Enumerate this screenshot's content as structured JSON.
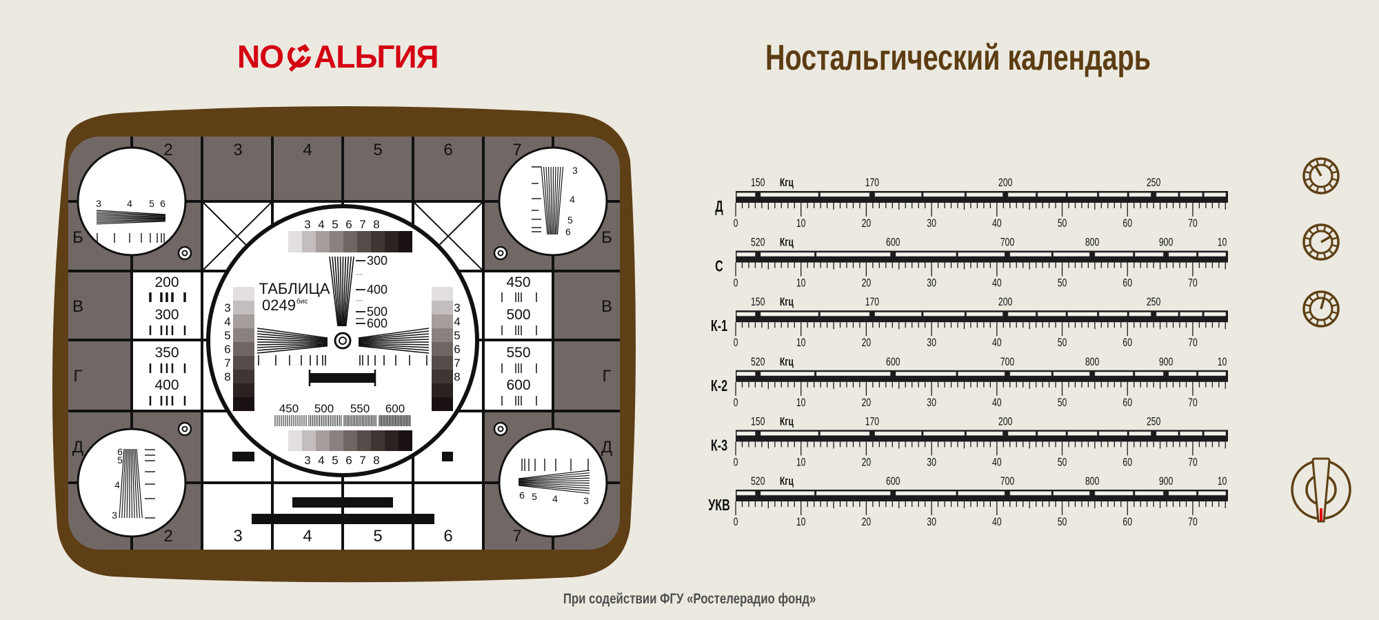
{
  "logo": {
    "full_text": "NOСТАЛЬГИЯ",
    "part1": "NO",
    "part2": "ALЬГИЯ",
    "color": "#d40012"
  },
  "title": "Ностальгический календарь",
  "footer": "При содействии ФГУ «Ростелерадио фонд»",
  "colors": {
    "background": "#ece9e0",
    "frame": "#5e3f16",
    "screen_gray": "#716866",
    "ink": "#111111",
    "knob": "#5e4016",
    "knob_indicator": "#e00000"
  },
  "test_card": {
    "top_numbers": [
      "2",
      "3",
      "4",
      "5",
      "6",
      "7"
    ],
    "bottom_numbers": [
      "2",
      "3",
      "4",
      "5",
      "6",
      "7"
    ],
    "side_letters": [
      "Б",
      "В",
      "Г",
      "Д"
    ],
    "left_cells": [
      "200",
      "300",
      "350",
      "400"
    ],
    "right_cells": [
      "450",
      "500",
      "550",
      "600"
    ],
    "table_title": "ТАБЛИЦА",
    "table_number": "0249",
    "table_suffix": "бис",
    "grayscale_labels": [
      "3",
      "4",
      "5",
      "6",
      "7",
      "8"
    ],
    "wedge_labels": [
      "300",
      "400",
      "500",
      "600"
    ],
    "bottom_labels": [
      "450",
      "500",
      "550",
      "600"
    ],
    "corner_tl_labels": [
      "3",
      "4",
      "5",
      "6"
    ],
    "corner_tr_labels": [
      "3",
      "4",
      "5",
      "6"
    ],
    "corner_bl_labels": [
      "6",
      "5",
      "4",
      "3"
    ],
    "corner_br_labels": [
      "6",
      "5",
      "4",
      "3"
    ]
  },
  "dial": {
    "unit_max": 75,
    "unit_ticks": [
      "0",
      "10",
      "20",
      "30",
      "40",
      "50",
      "60",
      "70"
    ],
    "unit_label": "Кгц",
    "unit_label_pos": 7.8,
    "scales": {
      "long": {
        "freqs": [
          {
            "label": "150",
            "pos": 3.4
          },
          {
            "label": "170",
            "pos": 20.9
          },
          {
            "label": "200",
            "pos": 41.3
          },
          {
            "label": "250",
            "pos": 64.0
          }
        ],
        "dividers": [
          12.8,
          28.6,
          35.2,
          46.1,
          50.7,
          55.5,
          60.1,
          67.9,
          71.6
        ]
      },
      "medium": {
        "freqs": [
          {
            "label": "520",
            "pos": 3.4
          },
          {
            "label": "600",
            "pos": 24.1
          },
          {
            "label": "700",
            "pos": 41.6
          },
          {
            "label": "800",
            "pos": 54.6
          },
          {
            "label": "900",
            "pos": 65.9
          },
          {
            "label": "10",
            "pos": 74.5
          }
        ],
        "dividers": [
          12.2,
          33.9,
          48.5,
          61.0,
          70.7
        ]
      }
    },
    "bands": [
      {
        "label": "Д",
        "scale": "long"
      },
      {
        "label": "С",
        "scale": "medium"
      },
      {
        "label": "К-1",
        "scale": "long"
      },
      {
        "label": "К-2",
        "scale": "medium"
      },
      {
        "label": "К-3",
        "scale": "long"
      },
      {
        "label": "УКВ",
        "scale": "medium"
      }
    ]
  },
  "knobs": [
    {
      "name": "volume-knob",
      "angle_deg": -30
    },
    {
      "name": "tone-knob",
      "angle_deg": 60
    },
    {
      "name": "tuning-knob",
      "angle_deg": 15
    }
  ],
  "band_switch": {
    "name": "band-switch-knob",
    "angle_deg": 0
  }
}
